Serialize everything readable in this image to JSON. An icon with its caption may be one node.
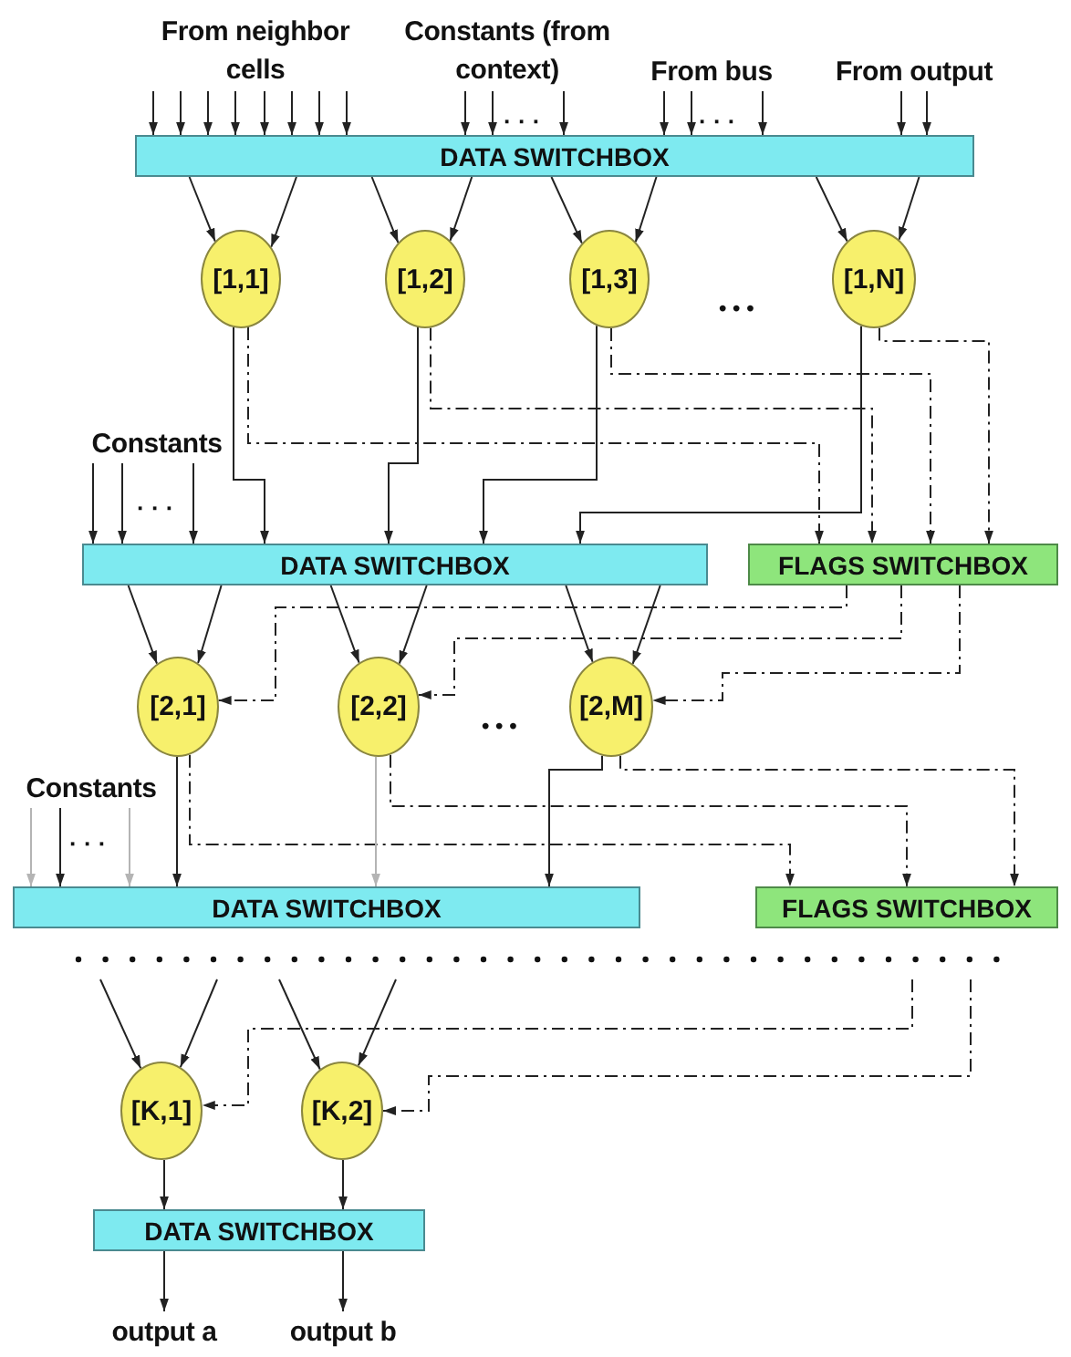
{
  "diagram": {
    "nodes": [
      {
        "text": [
          "From neighbor cells"
        ]
      },
      {
        "text": [
          "Constants (from context)"
        ]
      },
      {
        "text": [
          "From bus"
        ]
      },
      {
        "text": [
          "From output"
        ]
      },
      {
        "text": [
          "DATA SWITCHBOX"
        ]
      },
      {
        "text": [
          "[1,1]"
        ]
      },
      {
        "text": [
          "[1,2]"
        ]
      },
      {
        "text": [
          "[1,3]"
        ]
      },
      {
        "text": [
          "[1,N]"
        ]
      },
      {
        "text": [
          "Constants"
        ]
      },
      {
        "text": [
          "DATA SWITCHBOX"
        ]
      },
      {
        "text": [
          "FLAGS SWITCHBOX"
        ]
      },
      {
        "text": [
          "[2,1]"
        ]
      },
      {
        "text": [
          "[2,2]"
        ]
      },
      {
        "text": [
          "[2,M]"
        ]
      },
      {
        "text": [
          "Constants"
        ]
      },
      {
        "text": [
          "DATA SWITCHBOX"
        ]
      },
      {
        "text": [
          "FLAGS SWITCHBOX"
        ]
      },
      {
        "text": [
          "[K,1]"
        ]
      },
      {
        "text": [
          "[K,2]"
        ]
      },
      {
        "text": [
          "DATA SWITCHBOX"
        ]
      },
      {
        "text": [
          "output a"
        ]
      },
      {
        "text": [
          "output b"
        ]
      }
    ],
    "edges": [
      {
        "from": 0,
        "to": 4,
        "arrow": "to"
      },
      {
        "from": 0,
        "to": 4,
        "arrow": "to"
      },
      {
        "from": 0,
        "to": 4,
        "arrow": "to"
      },
      {
        "from": 0,
        "to": 4,
        "arrow": "to"
      },
      {
        "from": 0,
        "to": 4,
        "arrow": "to"
      },
      {
        "from": 0,
        "to": 4,
        "arrow": "to"
      },
      {
        "from": 0,
        "to": 4,
        "arrow": "to"
      },
      {
        "from": 0,
        "to": 4,
        "arrow": "to"
      },
      {
        "from": 1,
        "to": 4,
        "arrow": "to"
      },
      {
        "from": 1,
        "to": 4,
        "arrow": "to"
      },
      {
        "from": 1,
        "to": 4,
        "arrow": "to"
      },
      {
        "from": 2,
        "to": 4,
        "arrow": "to"
      },
      {
        "from": 2,
        "to": 4,
        "arrow": "to"
      },
      {
        "from": 2,
        "to": 4,
        "arrow": "to"
      },
      {
        "from": 3,
        "to": 4,
        "arrow": "to"
      },
      {
        "from": 3,
        "to": 4,
        "arrow": "to"
      },
      {
        "from": 4,
        "to": 5,
        "arrow": "to"
      },
      {
        "from": 4,
        "to": 5,
        "arrow": "to"
      },
      {
        "from": 4,
        "to": 6,
        "arrow": "to"
      },
      {
        "from": 4,
        "to": 6,
        "arrow": "to"
      },
      {
        "from": 4,
        "to": 7,
        "arrow": "to"
      },
      {
        "from": 4,
        "to": 7,
        "arrow": "to"
      },
      {
        "from": 4,
        "to": 8,
        "arrow": "to"
      },
      {
        "from": 4,
        "to": 8,
        "arrow": "to"
      },
      {
        "from": 5,
        "to": 10,
        "arrow": "to"
      },
      {
        "from": 5,
        "to": 11,
        "arrow": "to",
        "style": "dashed"
      },
      {
        "from": 6,
        "to": 10,
        "arrow": "to"
      },
      {
        "from": 6,
        "to": 11,
        "arrow": "to",
        "style": "dashed"
      },
      {
        "from": 7,
        "to": 10,
        "arrow": "to"
      },
      {
        "from": 7,
        "to": 11,
        "arrow": "to",
        "style": "dashed"
      },
      {
        "from": 8,
        "to": 10,
        "arrow": "to"
      },
      {
        "from": 8,
        "to": 11,
        "arrow": "to",
        "style": "dashed"
      },
      {
        "from": 9,
        "to": 10,
        "arrow": "to"
      },
      {
        "from": 9,
        "to": 10,
        "arrow": "to"
      },
      {
        "from": 9,
        "to": 10,
        "arrow": "to"
      },
      {
        "from": 10,
        "to": 12,
        "arrow": "to"
      },
      {
        "from": 10,
        "to": 12,
        "arrow": "to"
      },
      {
        "from": 10,
        "to": 13,
        "arrow": "to"
      },
      {
        "from": 10,
        "to": 13,
        "arrow": "to"
      },
      {
        "from": 10,
        "to": 14,
        "arrow": "to"
      },
      {
        "from": 10,
        "to": 14,
        "arrow": "to"
      },
      {
        "from": 11,
        "to": 12,
        "arrow": "to",
        "style": "dashed"
      },
      {
        "from": 11,
        "to": 13,
        "arrow": "to",
        "style": "dashed"
      },
      {
        "from": 11,
        "to": 14,
        "arrow": "to",
        "style": "dashed"
      },
      {
        "from": 12,
        "to": 16,
        "arrow": "to"
      },
      {
        "from": 12,
        "to": 17,
        "arrow": "to",
        "style": "dashed"
      },
      {
        "from": 13,
        "to": 16,
        "arrow": "to",
        "color": "#b4b4b4"
      },
      {
        "from": 13,
        "to": 17,
        "arrow": "to",
        "style": "dashed"
      },
      {
        "from": 14,
        "to": 16,
        "arrow": "to"
      },
      {
        "from": 14,
        "to": 17,
        "arrow": "to",
        "style": "dashed"
      },
      {
        "from": 15,
        "to": 16,
        "arrow": "to",
        "color": "#b4b4b4"
      },
      {
        "from": 15,
        "to": 16,
        "arrow": "to"
      },
      {
        "from": 15,
        "to": 16,
        "arrow": "to",
        "color": "#b4b4b4"
      },
      {
        "from": null,
        "to": 18,
        "arrow": "to"
      },
      {
        "from": null,
        "to": 18,
        "arrow": "to"
      },
      {
        "from": null,
        "to": 19,
        "arrow": "to"
      },
      {
        "from": null,
        "to": 19,
        "arrow": "to"
      },
      {
        "from": null,
        "to": 18,
        "arrow": "to",
        "style": "dashed"
      },
      {
        "from": null,
        "to": 19,
        "arrow": "to",
        "style": "dashed"
      },
      {
        "from": 18,
        "to": 20,
        "arrow": "to"
      },
      {
        "from": 19,
        "to": 20,
        "arrow": "to"
      },
      {
        "from": 20,
        "to": 21,
        "arrow": "to"
      },
      {
        "from": 20,
        "to": 22,
        "arrow": "to"
      }
    ],
    "labels": [
      "· · ·",
      "· · ·",
      "• • •",
      "· · ·",
      "• • •",
      "· · ·"
    ]
  }
}
